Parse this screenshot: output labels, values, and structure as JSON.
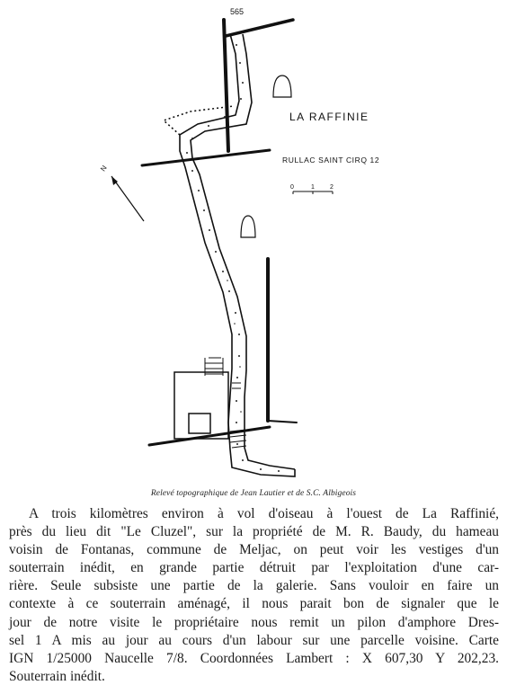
{
  "map": {
    "top_number": "565",
    "place_name": "LA RAFFINIE",
    "commune_label": "RULLAC SAINT CIRQ  12",
    "scale_ticks": [
      "0",
      "1",
      "2"
    ],
    "north_label": "N",
    "colors": {
      "ink": "#1a1a1a",
      "paper": "#ffffff"
    }
  },
  "caption": "Relevé topographique de Jean Lautier et de S.C. Albigeois",
  "body": {
    "lines": [
      "A trois kilomètres environ à vol d'oiseau à l'ouest de La Raffinié,",
      "près du lieu dit \"Le Cluzel\", sur la propriété de M. R. Baudy, du hameau",
      "voisin de Fontanas, commune de Meljac, on peut voir les vestiges d'un",
      "souterrain inédit, en grande partie détruit par l'exploitation d'une car-",
      "rière. Seule subsiste une partie de la galerie. Sans vouloir en faire un",
      "contexte à ce souterrain aménagé, il nous parait bon de signaler que le",
      "jour de notre visite le propriétaire nous remit un pilon d'amphore Dres-",
      "sel 1 A mis au jour au cours d'un labour sur une parcelle voisine. Carte",
      "IGN 1/25000 Naucelle 7/8. Coordonnées Lambert : X 607,30 Y 202,23.",
      "Souterrain inédit."
    ]
  }
}
